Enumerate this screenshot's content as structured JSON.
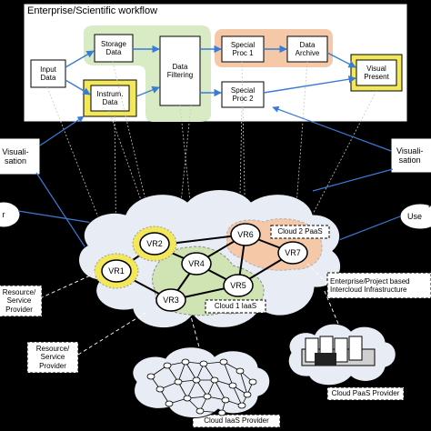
{
  "workflow": {
    "title": "Enterprise/Scientific workflow",
    "input_data": "Input\nData",
    "storage_data": "Storage\nData",
    "instrum_data": "Instrum.\nData",
    "data_filtering": "Data\nFiltering",
    "special_proc_1": "Special\nProc 1",
    "special_proc_2": "Special\nProc 2",
    "data_archive": "Data\nArchive",
    "visual_present": "Visual\nPresent"
  },
  "side": {
    "left_visual": "Visuali-\nsation",
    "left_user": "r",
    "right_visual": "Visuali-\nsation",
    "right_user": "Use"
  },
  "routers": [
    "VR1",
    "VR2",
    "VR3",
    "VR4",
    "VR5",
    "VR6",
    "VR7"
  ],
  "labels": {
    "cloud2_paas": "Cloud 2 PaaS",
    "cloud1_iaas": "Cloud 1 IaaS",
    "intercloud": "Enterprise/Project based\nIntercloud Infrastructure",
    "resource_provider_upper": "Resource/\nService\nProvider",
    "resource_provider_lower": "Resource/\nService\nProvider",
    "cloud_paas_provider": "Cloud PaaS Provider",
    "cloud_iaas_provider": "Cloud IaaS Provider"
  },
  "colors": {
    "workflow_bg": "#ffffff",
    "storage_green": "#d9ebc4",
    "instrum_yellow": "#f2e85a",
    "special_orange": "#f5c9a8",
    "visual_yellow": "#f2e85a",
    "cloud_fill": "#e8ecf4",
    "iaas_green": "#cfe3b3",
    "paas_orange": "#f5c9a8",
    "router_yellow": "#f2e85a",
    "link_blue": "#3a7bd5"
  }
}
